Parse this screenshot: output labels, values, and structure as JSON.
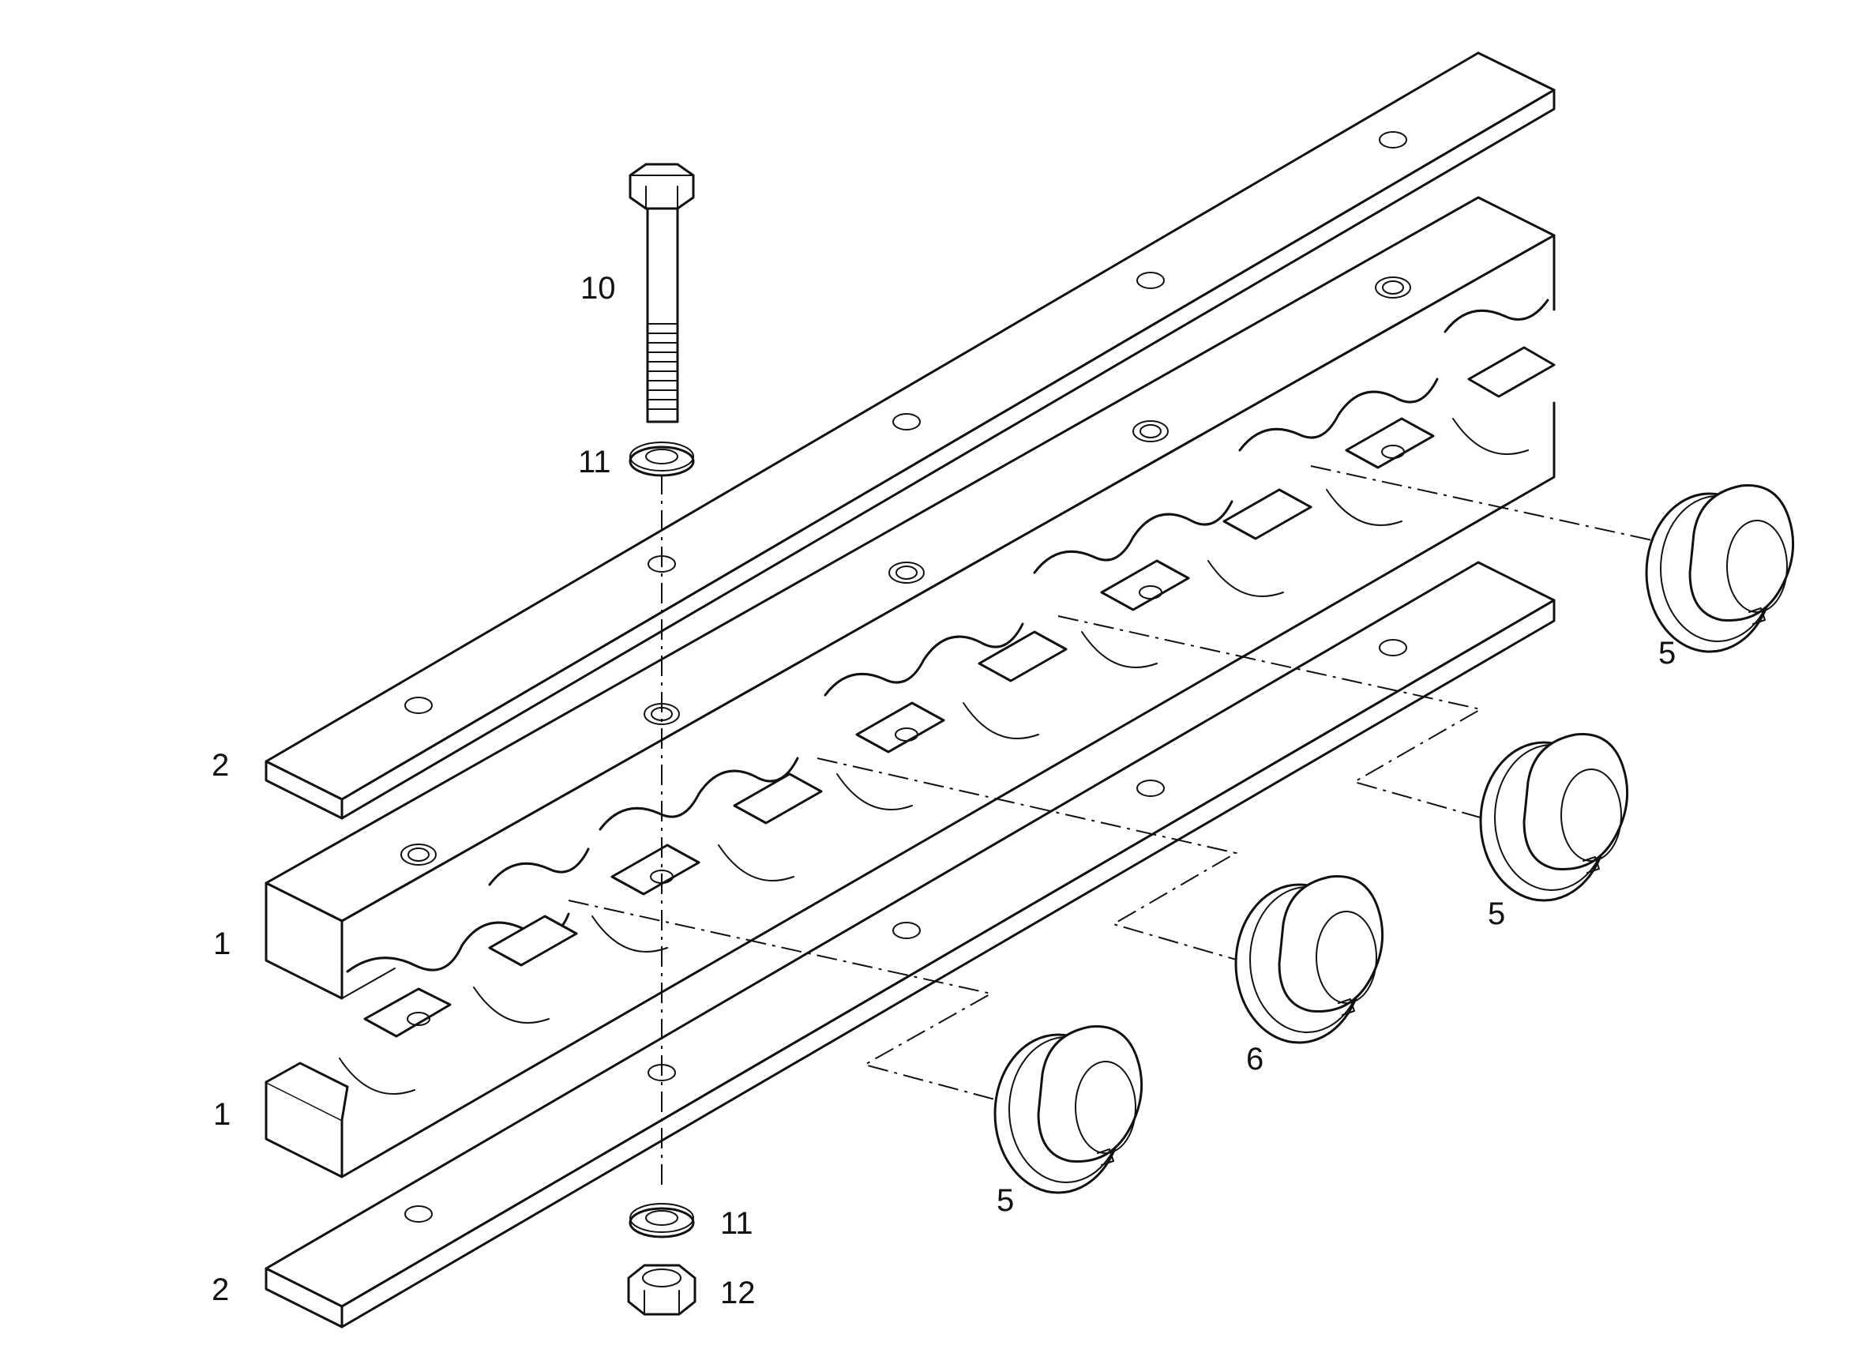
{
  "callouts": {
    "bolt": "10",
    "washer_top": "11",
    "washer_bottom": "11",
    "nut": "12",
    "cover_plate_top": "2",
    "cover_plate_bottom": "2",
    "clamp_body_upper": "1",
    "clamp_body_lower": "1",
    "insert_a": "5",
    "insert_b": "5",
    "insert_c": "5",
    "insert_d": "6"
  }
}
